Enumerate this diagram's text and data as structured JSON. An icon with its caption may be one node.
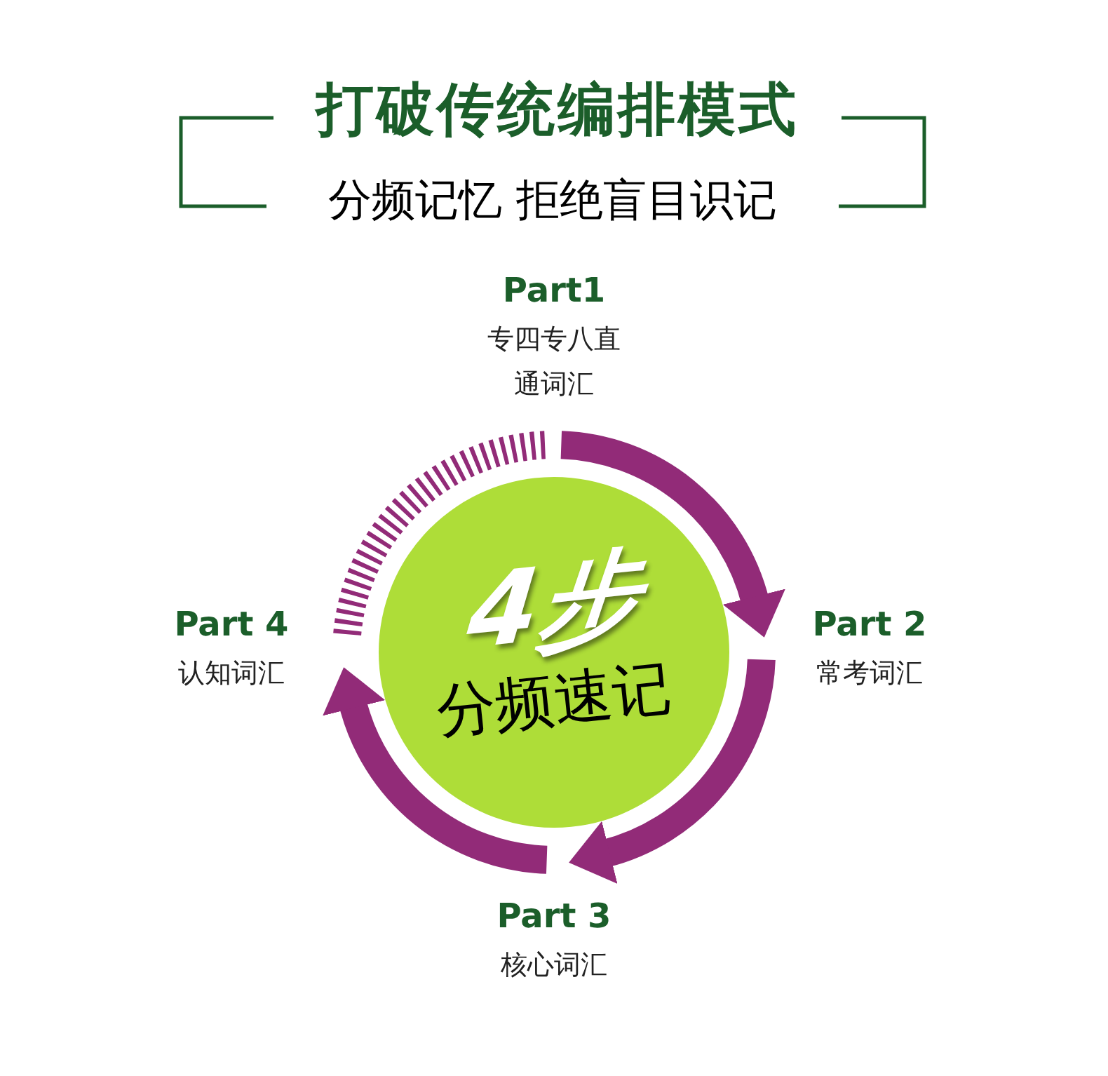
{
  "diagram": {
    "title": "打破传统编排模式",
    "labels": [
      "分频记忆 拒绝盲目识记"
    ],
    "nodes": [
      {
        "text": [
          "4步",
          "分频速记"
        ]
      },
      {
        "text": [
          "Part1",
          "专四专八直通词汇"
        ]
      },
      {
        "text": [
          "Part 2",
          "常考词汇"
        ]
      },
      {
        "text": [
          "Part 3",
          "核心词汇"
        ]
      },
      {
        "text": [
          "Part 4",
          "认知词汇"
        ]
      }
    ]
  }
}
